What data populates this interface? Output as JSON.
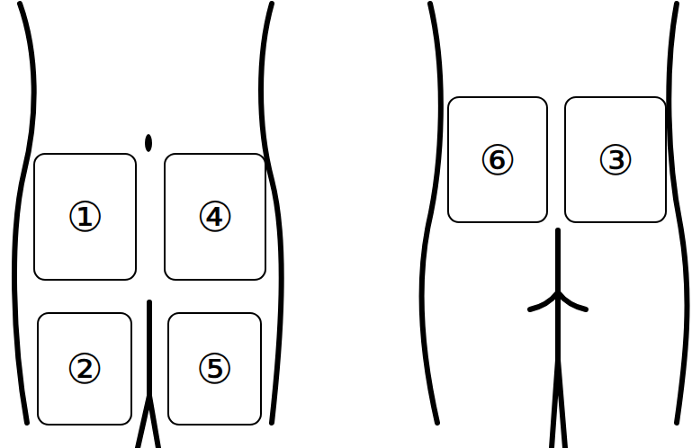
{
  "diagram": {
    "nodes": [
      {
        "text": [
          "①"
        ]
      },
      {
        "text": [
          "④"
        ]
      },
      {
        "text": [
          "②"
        ]
      },
      {
        "text": [
          "⑤"
        ]
      },
      {
        "text": [
          "⑥"
        ]
      },
      {
        "text": [
          "③"
        ]
      }
    ]
  }
}
